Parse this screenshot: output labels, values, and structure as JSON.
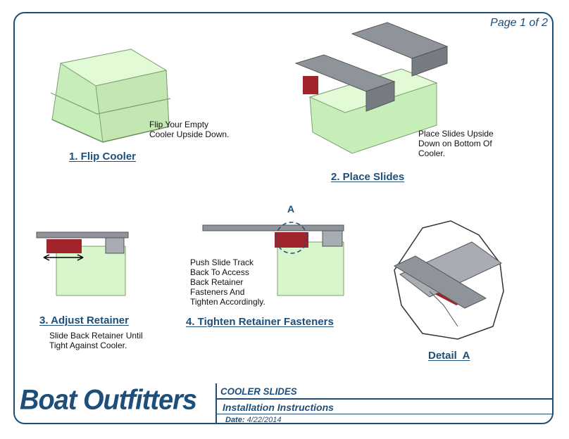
{
  "page": {
    "number_label": "Page 1 of 2"
  },
  "steps": [
    {
      "title": "1. Flip Cooler",
      "note": "Flip Your Empty\nCooler Upside Down."
    },
    {
      "title": "2. Place Slides",
      "note": "Place Slides Upside\nDown on Bottom Of\nCooler."
    },
    {
      "title": "3. Adjust Retainer",
      "note": "Slide Back Retainer Until\nTight Against Cooler."
    },
    {
      "title": "4. Tighten Retainer Fasteners",
      "note": "Push Slide Track\nBack To Access\nBack Retainer\nFasteners And\nTighten Accordingly."
    }
  ],
  "detail": {
    "callout_letter": "A",
    "title": "Detail  A"
  },
  "footer": {
    "brand": "Boat Outfitters",
    "doc_title": "COOLER SLIDES",
    "doc_subtitle": "Installation Instructions",
    "date_label": "Date:",
    "date_value": "4/22/2014"
  },
  "colors": {
    "brand_blue": "#1d4f7a",
    "cooler_green": "#d8f5cc",
    "slide_gray": "#8f949a",
    "retainer_red": "#a0242a"
  }
}
